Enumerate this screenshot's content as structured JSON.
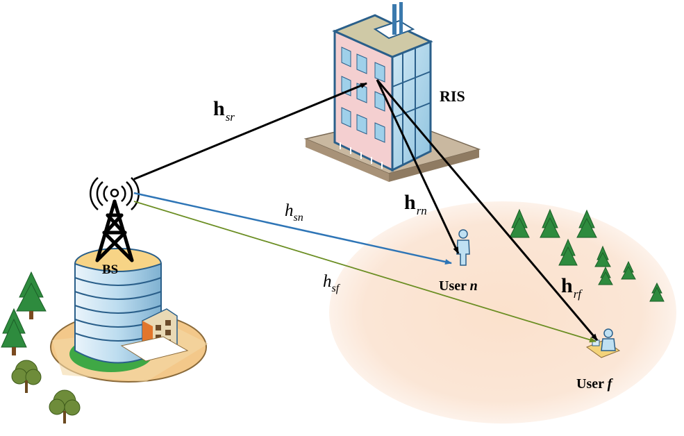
{
  "labels": {
    "ris": "RIS",
    "bs": "BS",
    "user_n": {
      "text": "User ",
      "var": "n"
    },
    "user_f": {
      "text": "User ",
      "var": "f"
    }
  },
  "channels": {
    "h_sr": {
      "symbol": "h",
      "sub": "sr"
    },
    "h_sn": {
      "symbol": "h",
      "sub": "sn"
    },
    "h_sf": {
      "symbol": "h",
      "sub": "sf"
    },
    "h_rn": {
      "symbol": "h",
      "sub": "rn"
    },
    "h_rf": {
      "symbol": "h",
      "sub": "rf"
    }
  },
  "colors": {
    "link_reflect": "#000000",
    "link_sn": "#2e75b6",
    "link_sf": "#6b8e23",
    "coverage": "#fbe3cf",
    "tree": "#2e8b3e"
  }
}
